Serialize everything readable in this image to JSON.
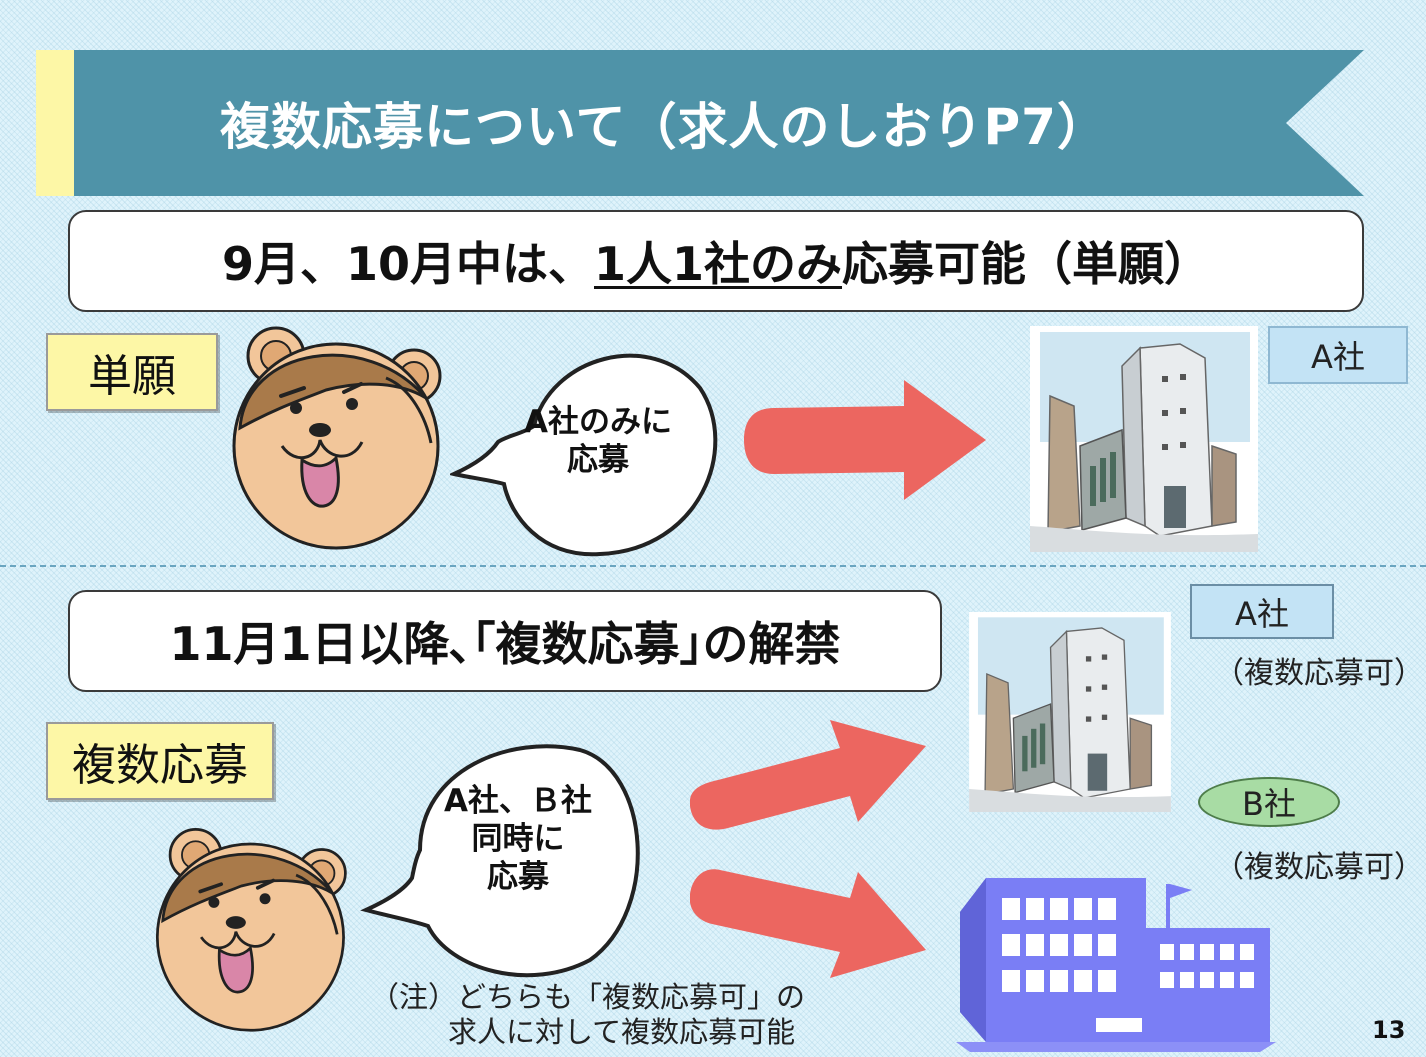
{
  "title": "複数応募について（求人のしおりP7）",
  "section1": {
    "headline_prefix": "9月、10月中は、",
    "headline_underlined": "1人1社のみ",
    "headline_suffix": "応募可能（単願）",
    "tag": "単願",
    "bubble_lines": [
      "A社のみに",
      "応募"
    ],
    "company_label": "A社"
  },
  "section2": {
    "headline": "11月1日以降､｢複数応募｣の解禁",
    "tag": "複数応募",
    "bubble_lines": [
      "A社、Ｂ社",
      "同時に",
      "応募"
    ],
    "company_a_label": "A社",
    "company_a_note": "（複数応募可）",
    "company_b_label": "B社",
    "company_b_note": "（複数応募可）"
  },
  "footnote_lines": [
    "（注）どちらも「複数応募可」の",
    "求人に対して複数応募可能"
  ],
  "page_number": "13",
  "colors": {
    "banner": "#4f93a8",
    "banner_accent": "#fdf7a6",
    "tag_bg": "#fdf7a6",
    "arrow": "#ec6660",
    "company_a_bg": "#c3e3f5",
    "company_b_bg": "#a8dca4",
    "school_building": "#7a7ef5",
    "face": "#f2c69a",
    "hair": "#a97a4a"
  }
}
